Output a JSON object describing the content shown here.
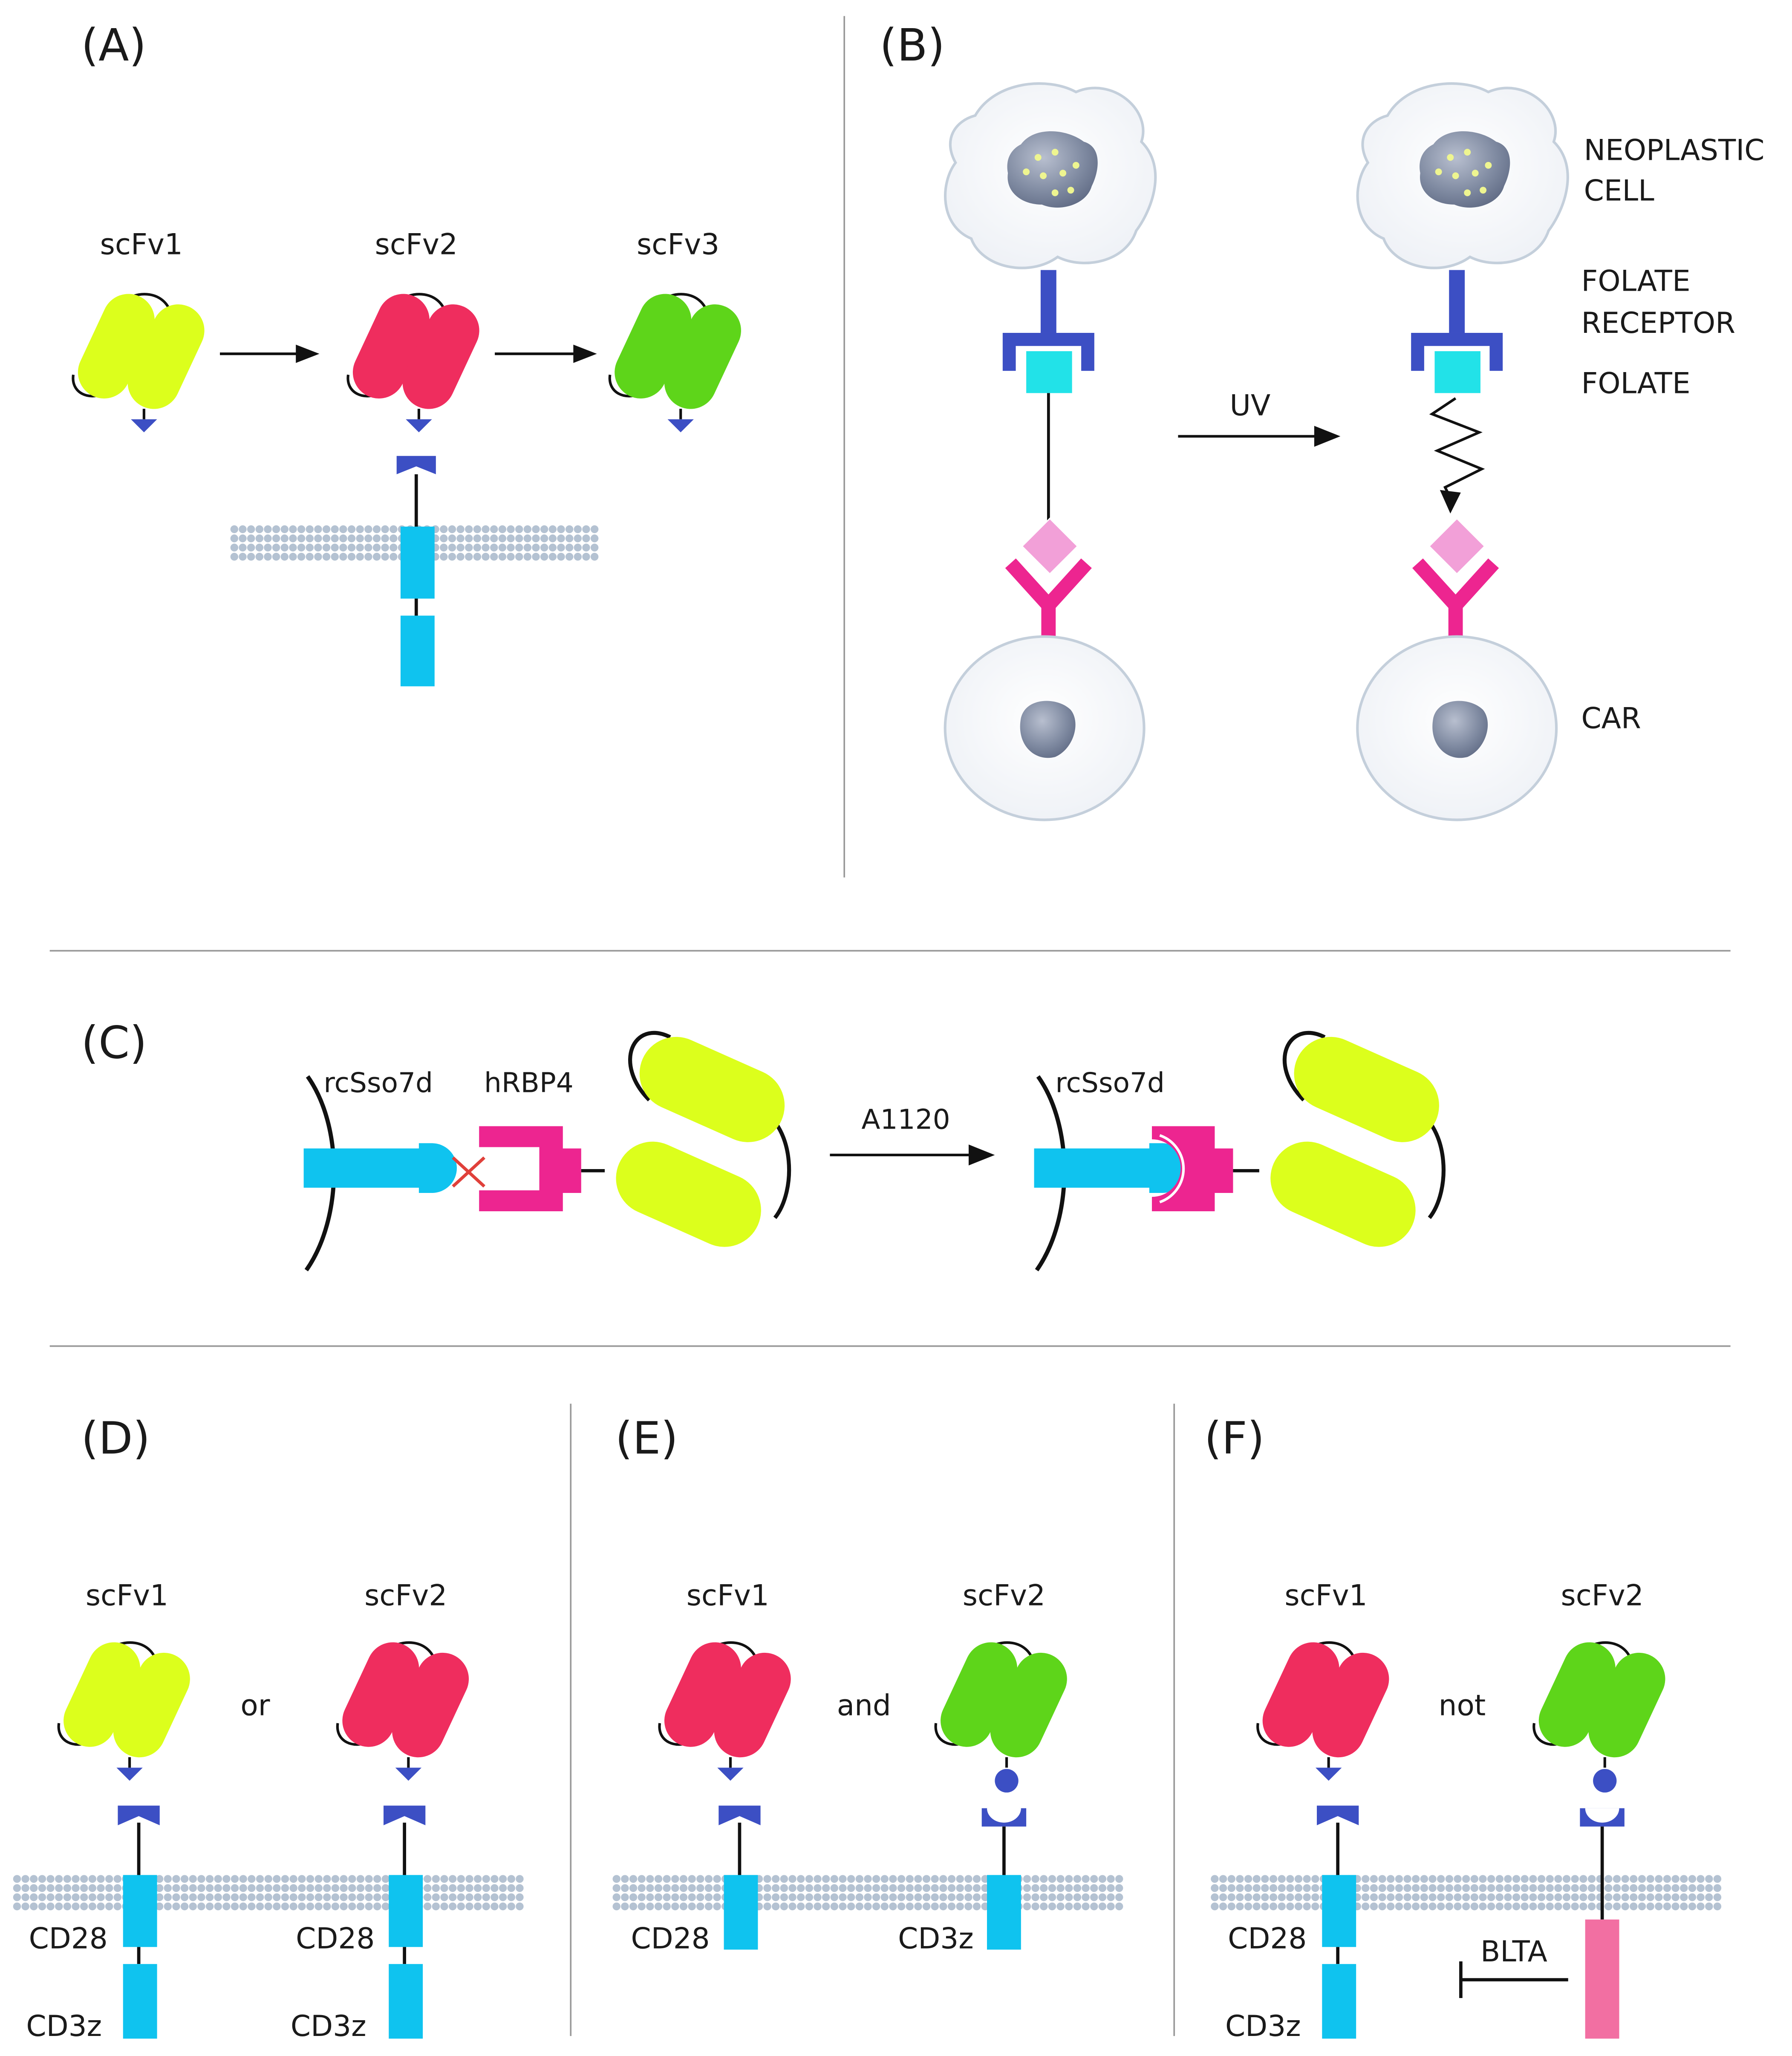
{
  "panel_labels": {
    "a": "(A)",
    "b": "(B)",
    "c": "(C)",
    "d": "(D)",
    "e": "(E)",
    "f": "(F)"
  },
  "panel_a": {
    "scfv1": "scFv1",
    "scfv2": "scFv2",
    "scfv3": "scFv3"
  },
  "panel_b": {
    "neoplastic_line1": "NEOPLASTIC",
    "neoplastic_line2": "CELL",
    "folate_receptor_line1": "FOLATE",
    "folate_receptor_line2": "RECEPTOR",
    "folate": "FOLATE",
    "uv": "UV",
    "car": "CAR"
  },
  "panel_c": {
    "rcsso7d_left": "rcSso7d",
    "hrbp4": "hRBP4",
    "a1120": "A1120",
    "rcsso7d_right": "rcSso7d"
  },
  "panel_d": {
    "scfv1": "scFv1",
    "scfv2": "scFv2",
    "connector": "or",
    "cd28_left": "CD28",
    "cd3z_left": "CD3z",
    "cd28_right": "CD28",
    "cd3z_right": "CD3z"
  },
  "panel_e": {
    "scfv1": "scFv1",
    "scfv2": "scFv2",
    "connector": "and",
    "cd28": "CD28",
    "cd3z": "CD3z"
  },
  "panel_f": {
    "scfv1": "scFv1",
    "scfv2": "scFv2",
    "connector": "not",
    "cd28": "CD28",
    "cd3z": "CD3z",
    "blta": "BLTA"
  },
  "colors": {
    "yellow": "#dcff1c",
    "red": "#ef2d5e",
    "green": "#5ed51a",
    "cyan": "#0fc3ef",
    "navy": "#3c4fc4",
    "magenta": "#ed2590",
    "pink": "#f2a0d8",
    "membrane": "#b4c2d2",
    "blta_pink": "#f26fa2",
    "folate_cyan": "#22e2e8"
  }
}
